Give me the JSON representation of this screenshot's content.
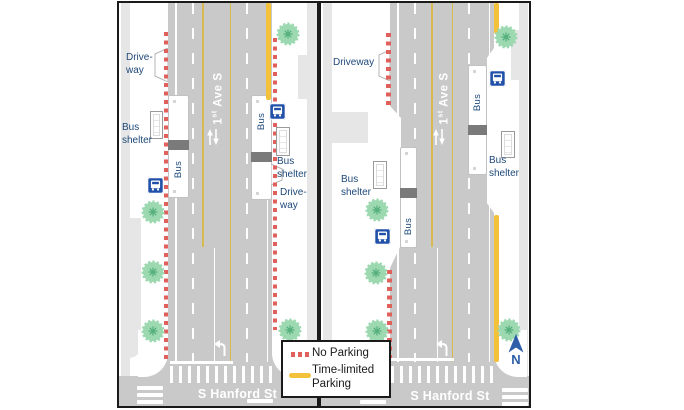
{
  "avenue": {
    "number": "1",
    "ordinal": "st",
    "rest": " Ave S",
    "full": "1st Ave S"
  },
  "cross_street": "S Hanford St",
  "bus_zone_label": "Bus",
  "panels": {
    "before": {
      "driveway_west": {
        "line1": "Drive-",
        "line2": "way"
      },
      "driveway_east": {
        "line1": "Drive-",
        "line2": "way"
      },
      "bus_shelter_west": {
        "line1": "Bus",
        "line2": "shelter"
      },
      "bus_shelter_east": {
        "line1": "Bus",
        "line2": "shelter"
      }
    },
    "after": {
      "driveway_west": {
        "line1": "Driveway",
        "line2": ""
      },
      "bus_shelter_west": {
        "line1": "Bus",
        "line2": "shelter"
      },
      "bus_shelter_east": {
        "line1": "Bus",
        "line2": "shelter"
      }
    }
  },
  "legend": {
    "items": [
      {
        "label": "No Parking",
        "swatch": "red-dotted",
        "color": "#E0605C"
      },
      {
        "label": "Time-limited Parking",
        "swatch": "yellow-solid",
        "color": "#F4C13B"
      }
    ]
  },
  "compass": {
    "north_label": "N"
  },
  "colors": {
    "road": "#C9C9C9",
    "sidewalk": "#FFFFFF",
    "parcel": "#E6E6E6",
    "no_parking": "#E0605C",
    "time_limited": "#F4C13B",
    "center_line": "#D8BA52",
    "label_text": "#1E4878",
    "bus_sign": "#2151A8",
    "tree": "#9CD8B0",
    "tree_star": "#54AE7D",
    "compass": "#2D5FA8",
    "bus_zone_band": "#7A7A7A"
  }
}
